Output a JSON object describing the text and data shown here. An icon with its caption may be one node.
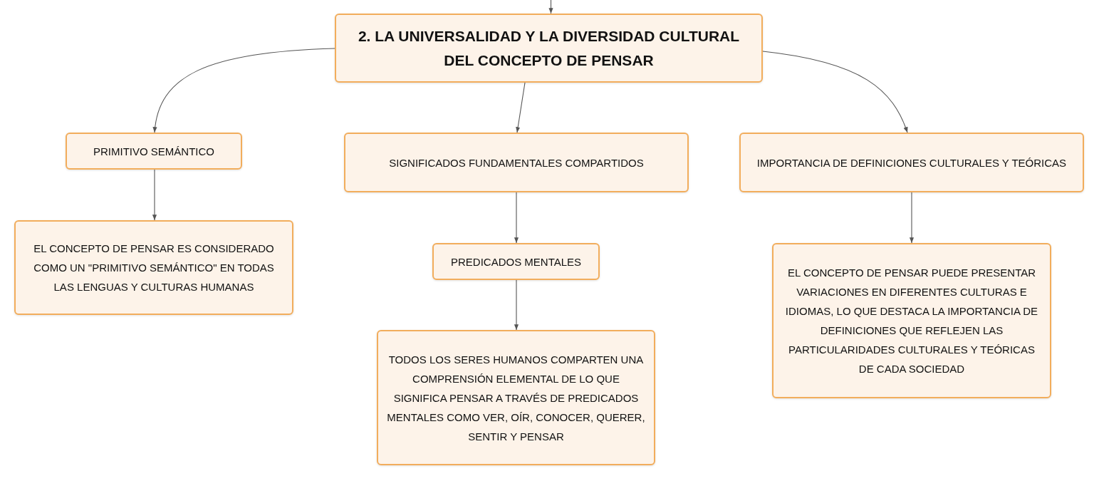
{
  "diagram": {
    "nodes": [
      {
        "text": [
          "2. LA UNIVERSALIDAD Y LA DIVERSIDAD CULTURAL DEL CONCEPTO DE PENSAR"
        ]
      },
      {
        "text": [
          "PRIMITIVO SEMÁNTICO"
        ]
      },
      {
        "text": [
          "SIGNIFICADOS FUNDAMENTALES COMPARTIDOS"
        ]
      },
      {
        "text": [
          "IMPORTANCIA DE DEFINICIONES CULTURALES Y TEÓRICAS"
        ]
      },
      {
        "text": [
          "EL CONCEPTO DE PENSAR ES CONSIDERADO COMO UN \"PRIMITIVO SEMÁNTICO\" EN TODAS LAS LENGUAS Y CULTURAS HUMANAS"
        ]
      },
      {
        "text": [
          "PREDICADOS MENTALES"
        ]
      },
      {
        "text": [
          "TODOS LOS SERES HUMANOS COMPARTEN UNA COMPRENSIÓN ELEMENTAL DE LO QUE SIGNIFICA PENSAR A TRAVÉS DE PREDICADOS MENTALES COMO VER, OÍR, CONOCER, QUERER, SENTIR Y PENSAR"
        ]
      },
      {
        "text": [
          "EL CONCEPTO DE PENSAR PUEDE PRESENTAR VARIACIONES EN DIFERENTES CULTURAS E IDIOMAS, LO QUE DESTACA LA IMPORTANCIA DE DEFINICIONES QUE REFLEJEN LAS PARTICULARIDADES CULTURALES Y TEÓRICAS DE CADA SOCIEDAD"
        ]
      }
    ],
    "edges": [
      {
        "from": null,
        "to": 0,
        "arrow": "to"
      },
      {
        "from": 0,
        "to": 1,
        "arrow": "to"
      },
      {
        "from": 0,
        "to": 2,
        "arrow": "to"
      },
      {
        "from": 0,
        "to": 3,
        "arrow": "to"
      },
      {
        "from": 1,
        "to": 4,
        "arrow": "to"
      },
      {
        "from": 2,
        "to": 5,
        "arrow": "to"
      },
      {
        "from": 5,
        "to": 6,
        "arrow": "to"
      },
      {
        "from": 3,
        "to": 7,
        "arrow": "to"
      }
    ]
  }
}
